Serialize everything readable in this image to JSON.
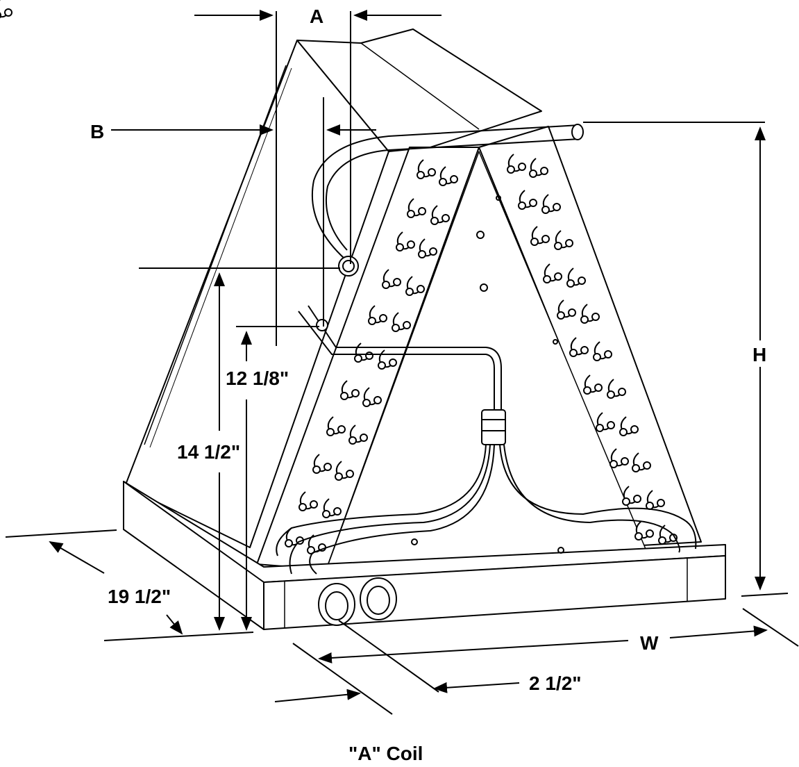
{
  "figure": {
    "caption": "\"A\" Coil",
    "dimensions": {
      "A": "A",
      "B": "B",
      "H": "H",
      "W": "W",
      "height_fixed": "14 1/2\"",
      "height_inlet": "12 1/8\"",
      "depth": "19 1/2\"",
      "offset": "2 1/2\""
    }
  },
  "colors": {
    "line": "#000000",
    "background": "#ffffff",
    "fill_light": "#f2f2f2"
  }
}
